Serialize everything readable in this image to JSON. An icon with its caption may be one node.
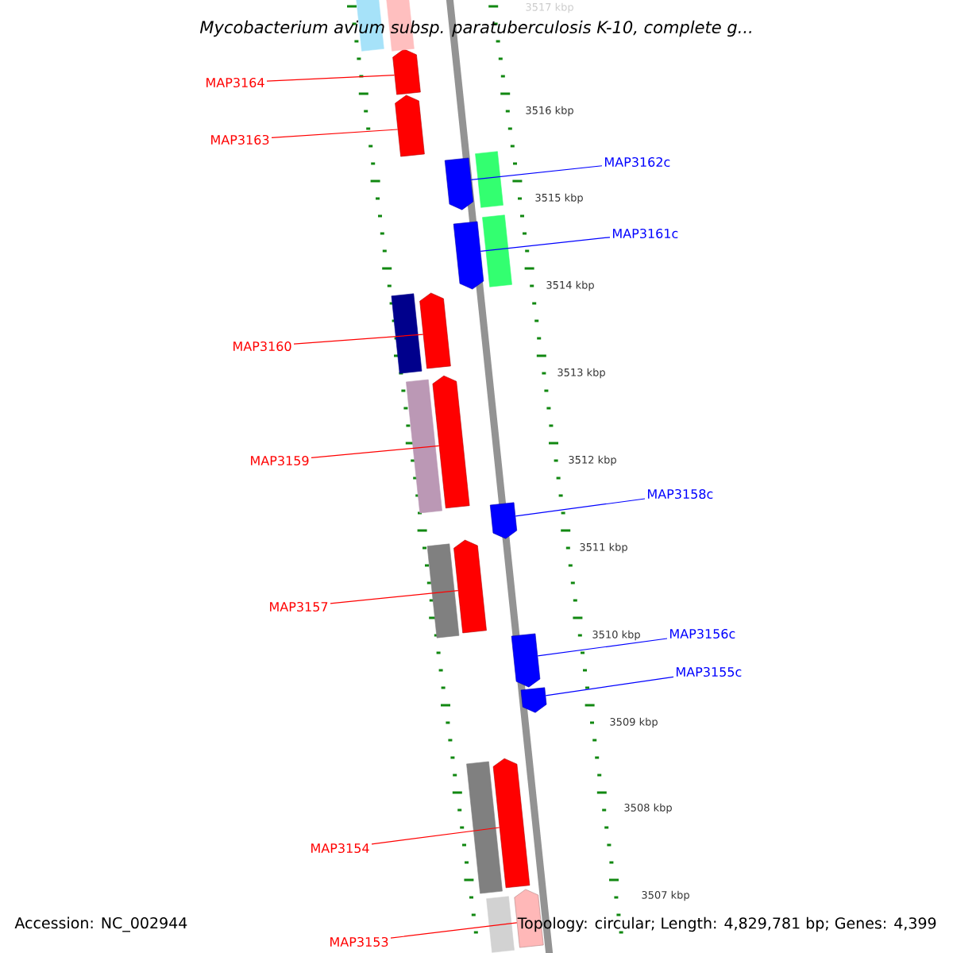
{
  "diagram": {
    "title": "Mycobacterium avium subsp. paratuberculosis K-10, complete g...",
    "nodes": [
      {
        "text": [
          "MAP3164"
        ]
      },
      {
        "text": [],
        "shape": "bar"
      },
      {
        "text": [
          "MAP3163"
        ]
      },
      {
        "text": [],
        "shape": "bar"
      },
      {
        "text": [
          "MAP3162c"
        ]
      },
      {
        "text": [],
        "shape": "bar"
      },
      {
        "text": [
          "MAP3161c"
        ]
      },
      {
        "text": [],
        "shape": "bar"
      },
      {
        "text": [
          "MAP3160"
        ]
      },
      {
        "text": [],
        "shape": "bar"
      },
      {
        "text": [
          "MAP3159"
        ]
      },
      {
        "text": [],
        "shape": "bar"
      },
      {
        "text": [
          "MAP3158c"
        ]
      },
      {
        "text": [],
        "shape": "bar"
      },
      {
        "text": [
          "MAP3157"
        ]
      },
      {
        "text": [],
        "shape": "bar"
      },
      {
        "text": [
          "MAP3156c"
        ]
      },
      {
        "text": [],
        "shape": "bar"
      },
      {
        "text": [
          "MAP3155c"
        ]
      },
      {
        "text": [],
        "shape": "bar"
      },
      {
        "text": [
          "MAP3154"
        ]
      },
      {
        "text": [],
        "shape": "bar"
      },
      {
        "text": [
          "MAP3153"
        ]
      },
      {
        "text": [],
        "shape": "bar"
      },
      {
        "text": [],
        "shape": "box"
      },
      {
        "text": [],
        "shape": "box"
      },
      {
        "text": [],
        "shape": "box"
      },
      {
        "text": [],
        "shape": "box"
      },
      {
        "text": [],
        "shape": "box"
      },
      {
        "text": [],
        "shape": "box"
      },
      {
        "text": [],
        "shape": "box"
      },
      {
        "text": [],
        "shape": "box"
      },
      {
        "text": [],
        "shape": "box"
      }
    ],
    "edges": [
      {
        "from": 0,
        "to": 1,
        "arrow": "none"
      },
      {
        "from": 2,
        "to": 3,
        "arrow": "none"
      },
      {
        "from": 4,
        "to": 5,
        "arrow": "none",
        "color": "#0000ff"
      },
      {
        "from": 6,
        "to": 7,
        "arrow": "none",
        "color": "#0000ff"
      },
      {
        "from": 8,
        "to": 9,
        "arrow": "none"
      },
      {
        "from": 10,
        "to": 11,
        "arrow": "none"
      },
      {
        "from": 12,
        "to": 13,
        "arrow": "none",
        "color": "#0000ff"
      },
      {
        "from": 14,
        "to": 15,
        "arrow": "none"
      },
      {
        "from": 16,
        "to": 17,
        "arrow": "none",
        "color": "#0000ff"
      },
      {
        "from": 18,
        "to": 19,
        "arrow": "none",
        "color": "#0000ff"
      },
      {
        "from": 20,
        "to": 21,
        "arrow": "none"
      },
      {
        "from": 22,
        "to": 23,
        "arrow": "none"
      }
    ],
    "labels": [
      "3517 kbp",
      "3516 kbp",
      "3515 kbp",
      "3514 kbp",
      "3513 kbp",
      "3512 kbp",
      "3511 kbp",
      "3510 kbp",
      "3509 kbp",
      "3508 kbp",
      "3507 kbp",
      "Accession: NC_002944",
      "Topology: circular; Length: 4,829,781 bp; Genes: 4,399"
    ]
  }
}
